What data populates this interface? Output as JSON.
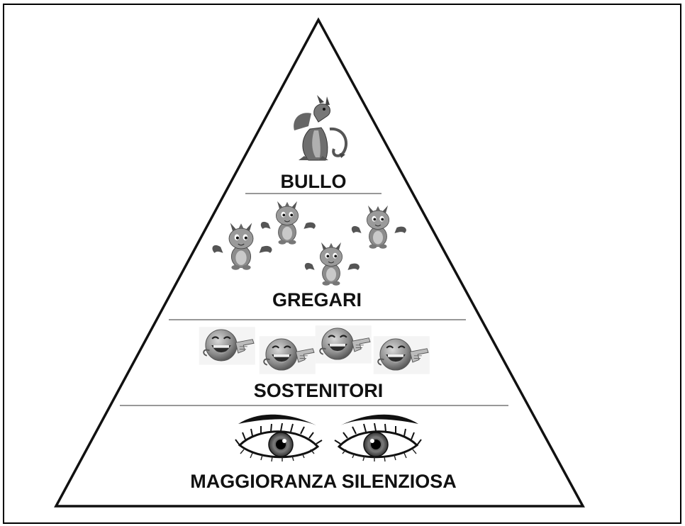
{
  "diagram": {
    "type": "pyramid",
    "colors": {
      "outline": "#111111",
      "divider": "#777777",
      "background": "#ffffff"
    },
    "levels": [
      {
        "id": "bullo",
        "label": "BULLO",
        "icon": "dragon-icon",
        "icon_count": 1
      },
      {
        "id": "gregari",
        "label": "GREGARI",
        "icon": "baby-dragon-icon",
        "icon_count": 4
      },
      {
        "id": "sostenitori",
        "label": "SOSTENITORI",
        "icon": "laughing-emoji-pointing-icon",
        "icon_count": 4
      },
      {
        "id": "maggioranza",
        "label": "MAGGIORANZA SILENZIOSA",
        "icon": "eyes-icon",
        "icon_count": 2
      }
    ]
  }
}
